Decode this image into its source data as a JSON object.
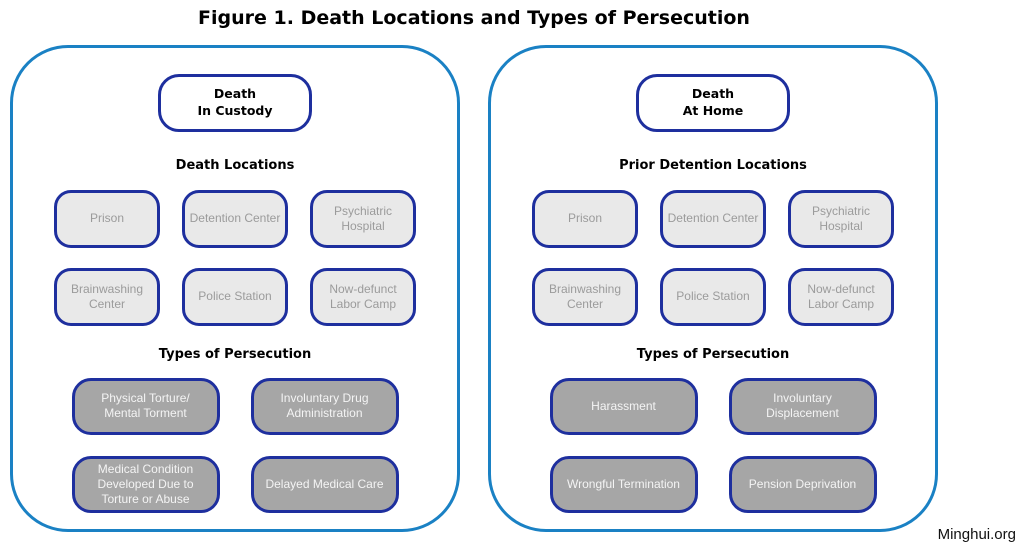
{
  "title": "Figure 1. Death Locations and Types of Persecution",
  "credit": "Minghui.org",
  "colors": {
    "panel_border": "#1a81c4",
    "box_border": "#1e2f9e",
    "light_box_bg": "#e9e9e9",
    "light_box_text": "#9b9b9b",
    "dark_box_bg": "#a6a6a6",
    "dark_box_text": "#f4f4f4",
    "title_text": "#000000"
  },
  "panels": [
    {
      "capsule": "Death\nIn Custody",
      "locations_header": "Death Locations",
      "locations": [
        "Prison",
        "Detention Center",
        "Psychiatric\nHospital",
        "Brainwashing\nCenter",
        "Police Station",
        "Now-defunct\nLabor Camp"
      ],
      "persecution_header": "Types of Persecution",
      "persecutions": [
        "Physical Torture/\nMental Torment",
        "Involuntary Drug\nAdministration",
        "Medical Condition\nDeveloped Due to\nTorture or Abuse",
        "Delayed Medical Care"
      ]
    },
    {
      "capsule": "Death\nAt Home",
      "locations_header": "Prior Detention Locations",
      "locations": [
        "Prison",
        "Detention Center",
        "Psychiatric\nHospital",
        "Brainwashing\nCenter",
        "Police Station",
        "Now-defunct\nLabor Camp"
      ],
      "persecution_header": "Types of Persecution",
      "persecutions": [
        "Harassment",
        "Involuntary\nDisplacement",
        "Wrongful Termination",
        "Pension Deprivation"
      ]
    }
  ]
}
